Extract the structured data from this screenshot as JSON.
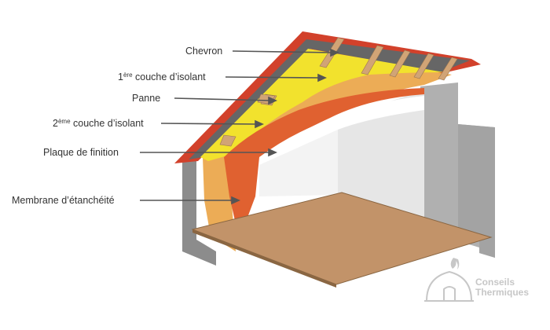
{
  "labels": {
    "chevron": "Chevron",
    "couche1_num": "1",
    "couche1_sup": "ère",
    "couche1_text": " couche d’isolant",
    "panne": "Panne",
    "couche2_num": "2",
    "couche2_sup": "ème",
    "couche2_text": " couche d’isolant",
    "plaque": "Plaque de finition",
    "membrane": "Membrane d’étanchéité"
  },
  "logo": {
    "line1": "Conseils",
    "line2": "Thermiques"
  },
  "colors": {
    "tiles": "#d2412b",
    "roof_top": "#666666",
    "rafter": "#d1a476",
    "insulation_yellow": "#f2e22d",
    "insulation_orange": "#ecac56",
    "membrane": "#e06130",
    "ceiling": "#efefef",
    "wall_left": "#8c8c8c",
    "wall_right": "#b0b0b0",
    "wall_front": "#cccccc",
    "floor": "#c29369",
    "arrow": "#555555",
    "logo": "#c7c7c7"
  }
}
